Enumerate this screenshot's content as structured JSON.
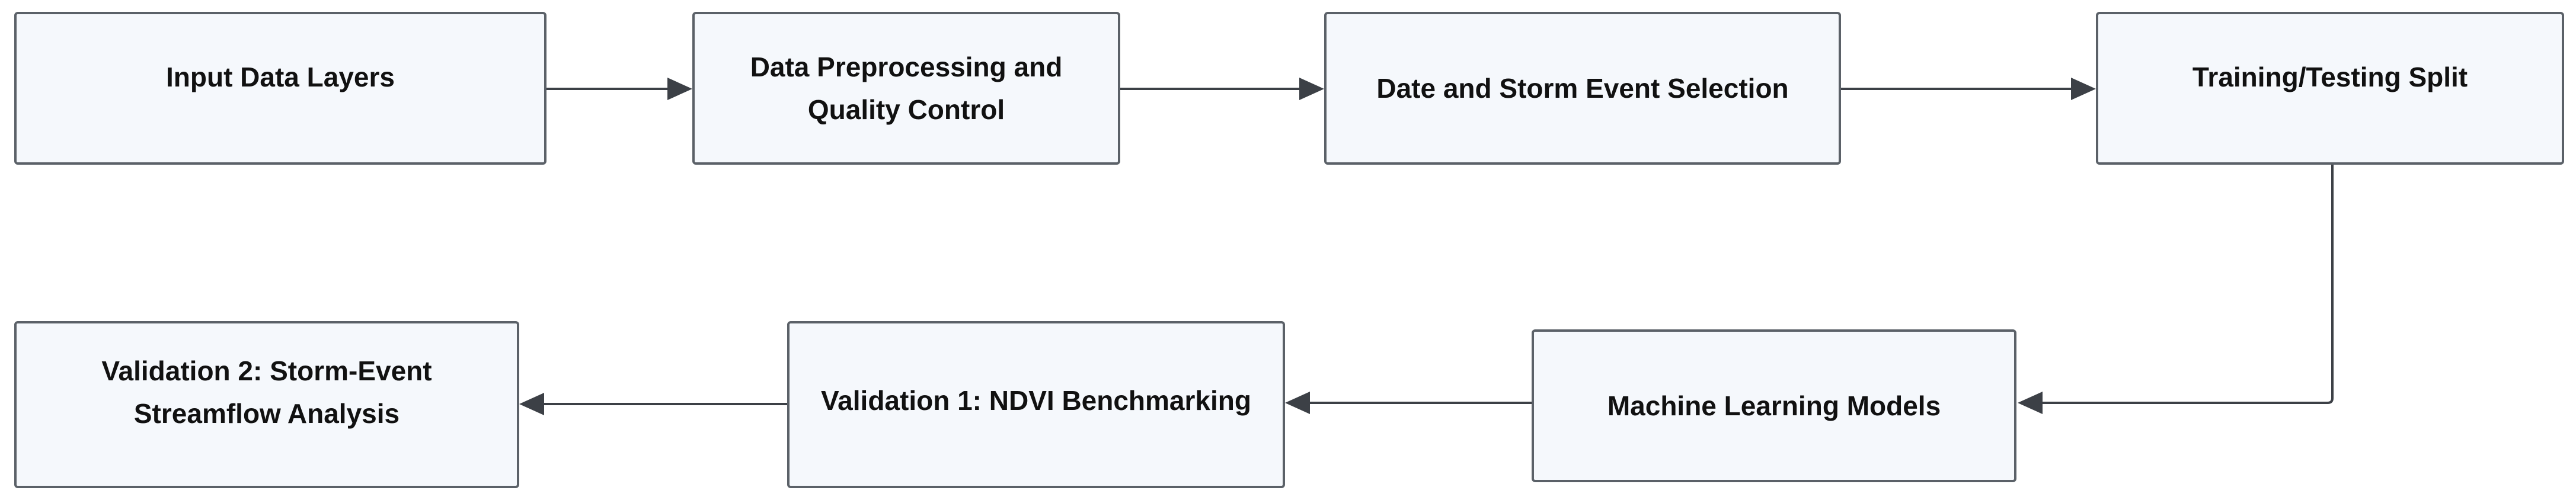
{
  "diagram": {
    "nodes": [
      {
        "id": "input",
        "label": "Input Data Layers"
      },
      {
        "id": "preprocess",
        "label": "Data Preprocessing and\nQuality Control"
      },
      {
        "id": "selection",
        "label": "Date and Storm Event Selection"
      },
      {
        "id": "split",
        "label": "Training/Testing Split"
      },
      {
        "id": "models",
        "label": "Machine Learning Models"
      },
      {
        "id": "validation1",
        "label": "Validation 1: NDVI Benchmarking"
      },
      {
        "id": "validation2",
        "label": "Validation 2: Storm-Event\nStreamflow Analysis"
      }
    ],
    "edges": [
      {
        "from": "input",
        "to": "preprocess"
      },
      {
        "from": "preprocess",
        "to": "selection"
      },
      {
        "from": "selection",
        "to": "split"
      },
      {
        "from": "split",
        "to": "models"
      },
      {
        "from": "models",
        "to": "validation1"
      },
      {
        "from": "validation1",
        "to": "validation2"
      }
    ]
  }
}
